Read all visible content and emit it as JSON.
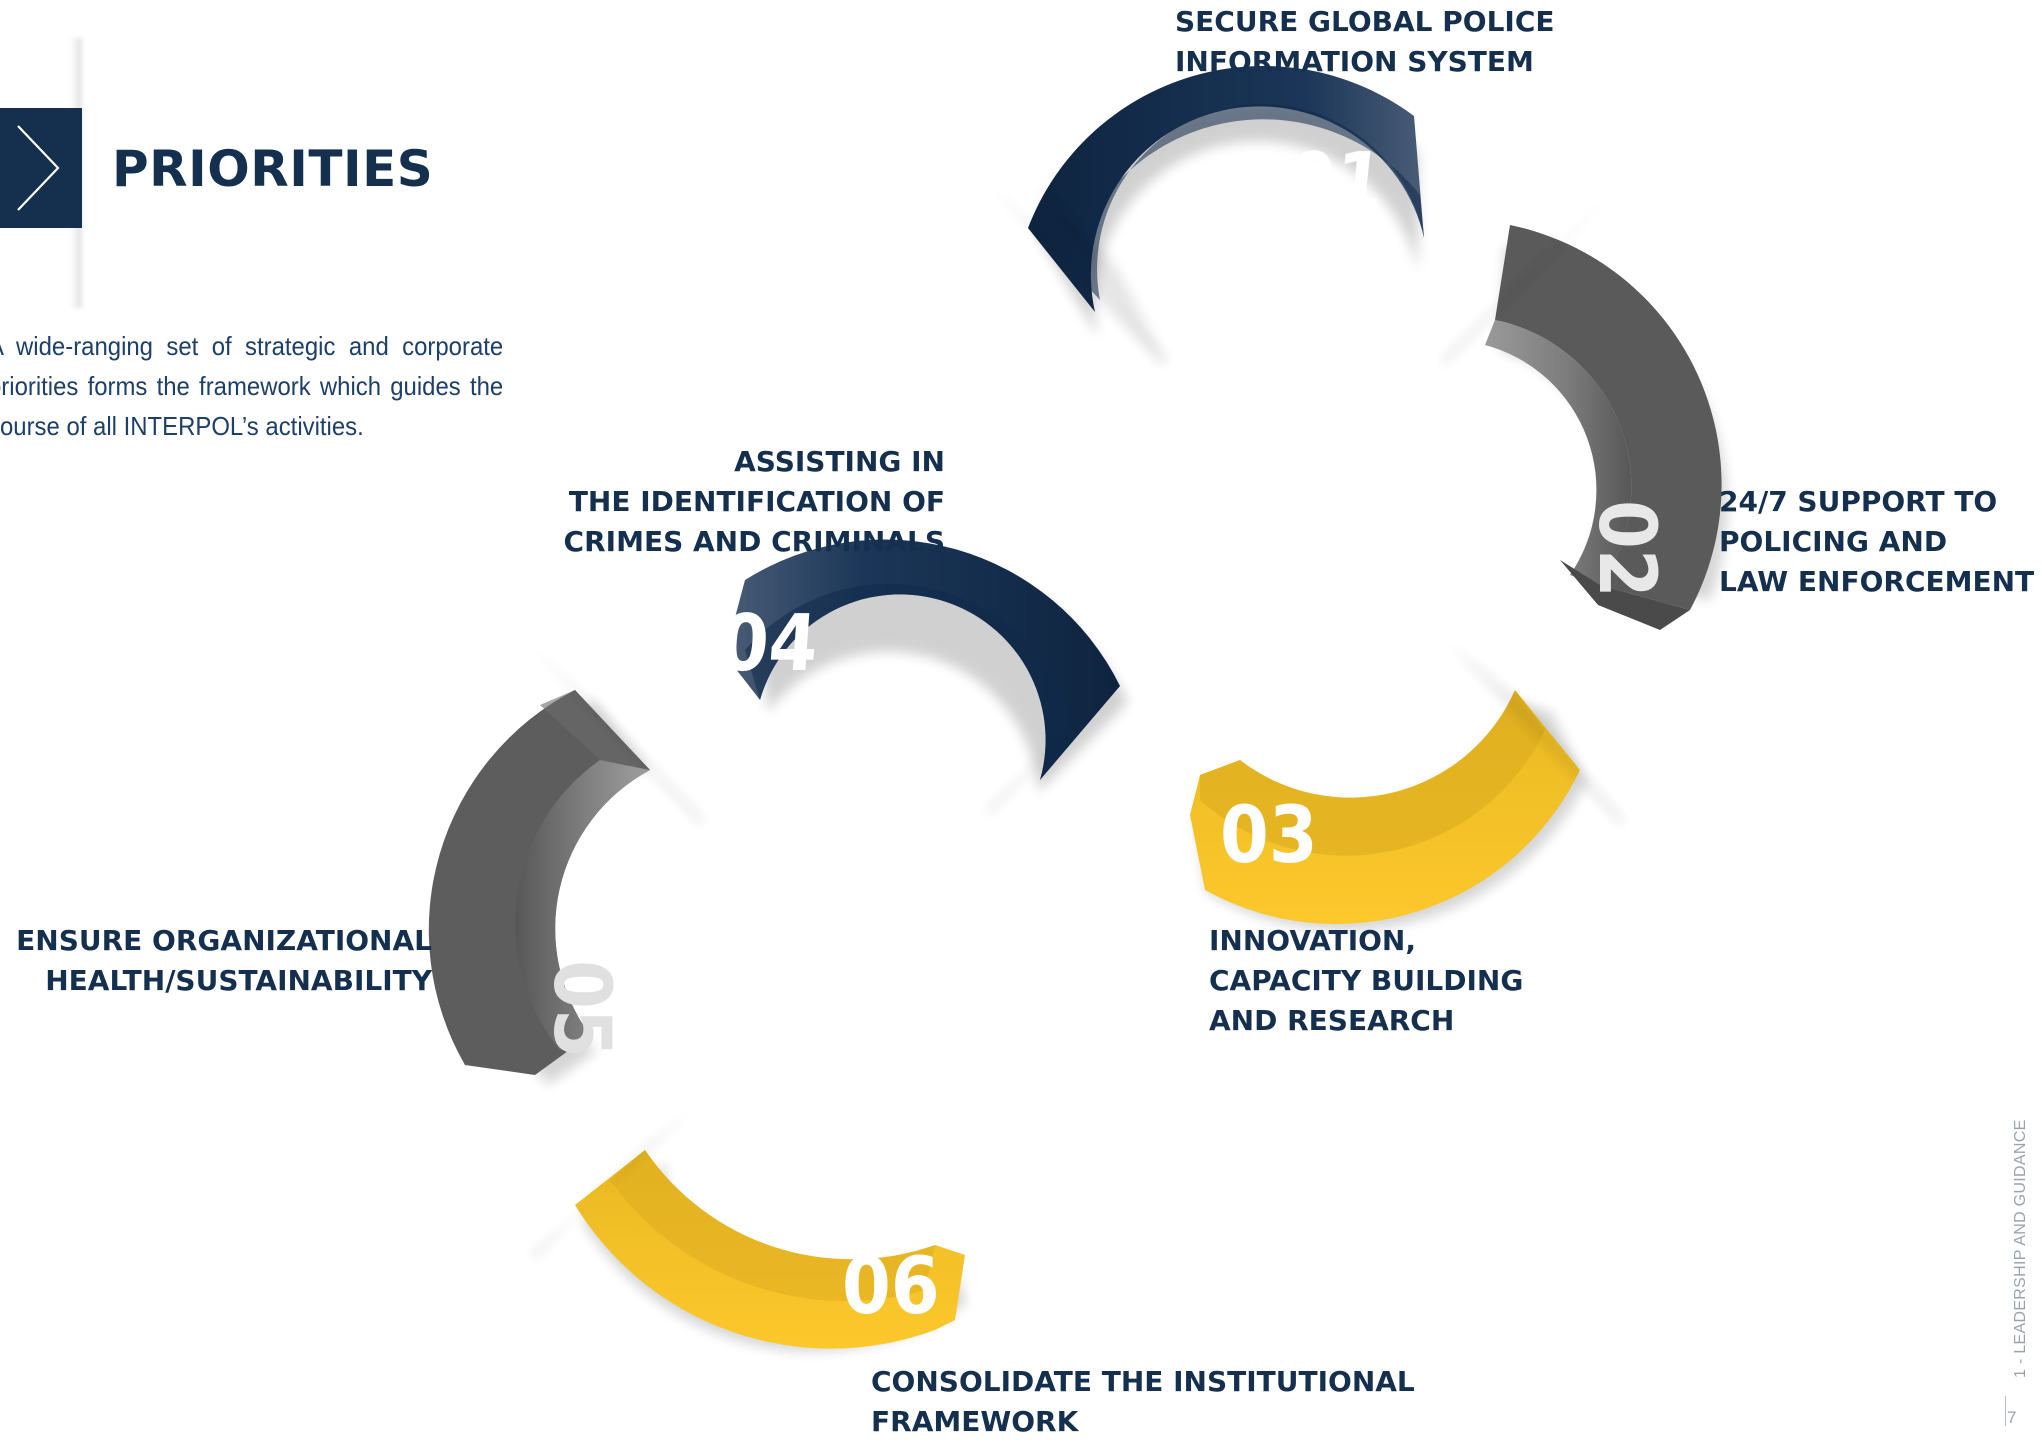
{
  "header": {
    "title": "PRIORITIES",
    "icon": "chevron-right-icon",
    "intro": "A wide-ranging set of strategic and corporate priorities forms the framework which guides the course of all INTERPOL’s activities."
  },
  "colors": {
    "navy": "#14304e",
    "gray": "#6e6e6e",
    "gold": "#f5c22a",
    "text_blue": "#1d3f6a"
  },
  "priorities": [
    {
      "number": "01",
      "label": "SECURE GLOBAL POLICE\nINFORMATION SYSTEM",
      "color": "navy"
    },
    {
      "number": "02",
      "label": "24/7 SUPPORT TO\nPOLICING AND\nLAW ENFORCEMENT",
      "color": "gray"
    },
    {
      "number": "03",
      "label": "INNOVATION,\nCAPACITY BUILDING\nAND RESEARCH",
      "color": "gold"
    },
    {
      "number": "04",
      "label": "ASSISTING IN\nTHE IDENTIFICATION OF\nCRIMES AND CRIMINALS",
      "color": "navy"
    },
    {
      "number": "05",
      "label": "ENSURE ORGANIZATIONAL\nHEALTH/SUSTAINABILITY",
      "color": "gray"
    },
    {
      "number": "06",
      "label": "CONSOLIDATE THE INSTITUTIONAL\nFRAMEWORK",
      "color": "gold"
    }
  ],
  "footer": {
    "section": "1 - LEADERSHIP AND GUIDANCE",
    "page": "7"
  }
}
